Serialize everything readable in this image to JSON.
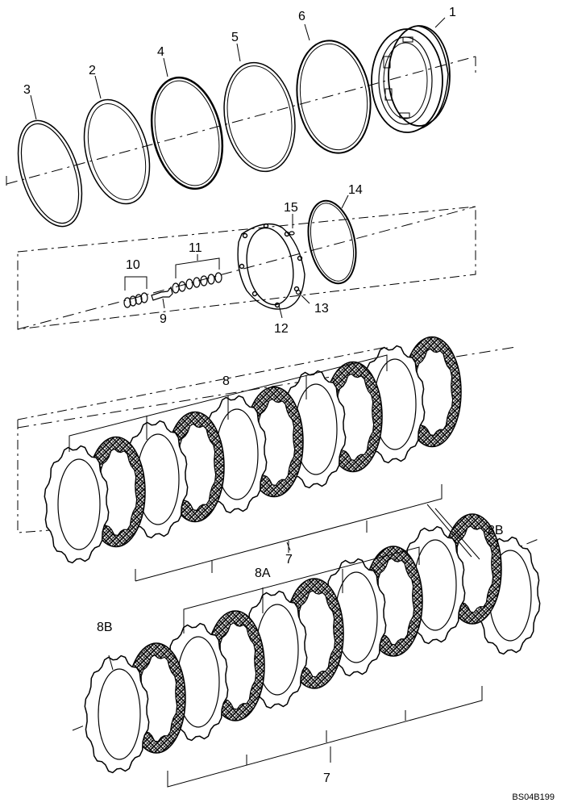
{
  "diagram": {
    "callouts": {
      "c1": "1",
      "c2": "2",
      "c3": "3",
      "c4": "4",
      "c5": "5",
      "c6": "6",
      "c7a": "7",
      "c7b": "7",
      "c8": "8",
      "c8A": "8A",
      "c8Ba": "8B",
      "c8Bb": "8B",
      "c9": "9",
      "c10": "10",
      "c11": "11",
      "c12": "12",
      "c13": "13",
      "c14": "14",
      "c15": "15"
    },
    "reference_code": "BS04B199"
  }
}
